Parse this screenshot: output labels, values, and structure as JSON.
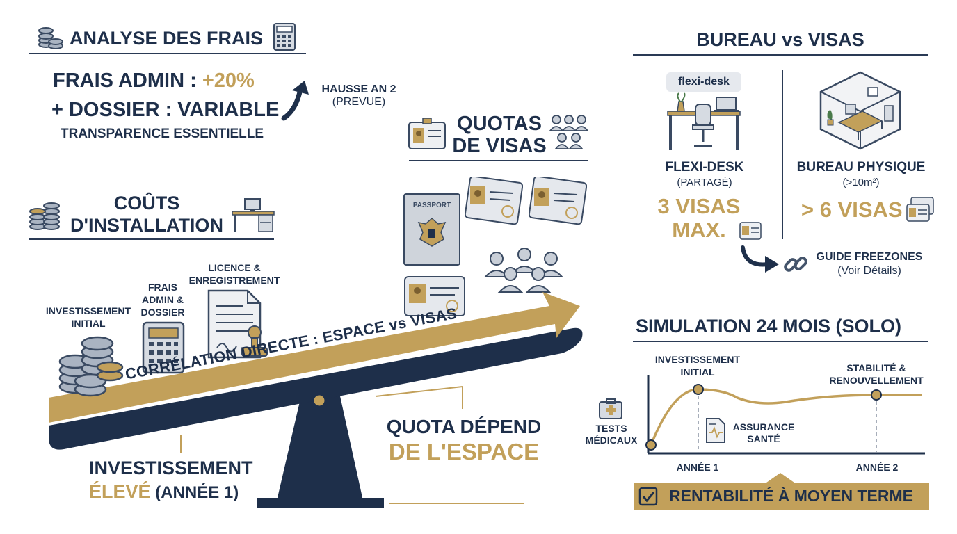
{
  "fees": {
    "title": "ANALYSE DES FRAIS",
    "admin_label": "FRAIS ADMIN :",
    "admin_value": "+20%",
    "dossier_line": "+ DOSSIER : VARIABLE",
    "transparency": "TRANSPARENCE ESSENTIELLE",
    "trend_line1": "HAUSSE AN 2",
    "trend_line2": "(PREVUE)"
  },
  "install": {
    "title_line1": "COÛTS",
    "title_line2": "D'INSTALLATION",
    "initial_line1": "INVESTISSEMENT",
    "initial_line2": "INITIAL",
    "admin_line1": "FRAIS",
    "admin_line2": "ADMIN &",
    "admin_line3": "DOSSIER",
    "licence_line1": "LICENCE &",
    "licence_line2": "ENREGISTREMENT"
  },
  "quotas": {
    "title_line1": "QUOTAS",
    "title_line2": "DE VISAS",
    "passport_label": "PASSPORT"
  },
  "balance": {
    "beam_text": "CORRÉLATION DIRECTE : ESPACE vs VISAS",
    "left_line1": "INVESTISSEMENT",
    "left_line2_gold": "ÉLEVÉ",
    "left_line2_navy": " (ANNÉE 1)",
    "right_line1": "QUOTA DÉPEND",
    "right_line2": "DE L'ESPACE"
  },
  "office": {
    "title": "BUREAU vs VISAS",
    "flexi_tag": "flexi-desk",
    "flexi_name": "FLEXI-DESK",
    "flexi_sub": "(PARTAGÉ)",
    "flexi_visas_line1": "3 VISAS",
    "flexi_visas_line2": "MAX.",
    "physical_name": "BUREAU PHYSIQUE",
    "physical_sub": "(>10m²)",
    "physical_visas": "> 6 VISAS",
    "guide_line1": "GUIDE FREEZONES",
    "guide_line2": "(Voir Détails)"
  },
  "simulation": {
    "title": "SIMULATION 24 MOIS (SOLO)",
    "peak_line1": "INVESTISSEMENT",
    "peak_line2": "INITIAL",
    "stable_line1": "STABILITÉ &",
    "stable_line2": "RENOUVELLEMENT",
    "medical_line1": "TESTS",
    "medical_line2": "MÉDICAUX",
    "insurance_line1": "ASSURANCE",
    "insurance_line2": "SANTÉ",
    "year1": "ANNÉE 1",
    "year2": "ANNÉE 2",
    "result": "RENTABILITÉ À MOYEN TERME"
  },
  "colors": {
    "navy": "#1e2f4a",
    "gold": "#c2a05a",
    "grey": "#8a94a3"
  }
}
